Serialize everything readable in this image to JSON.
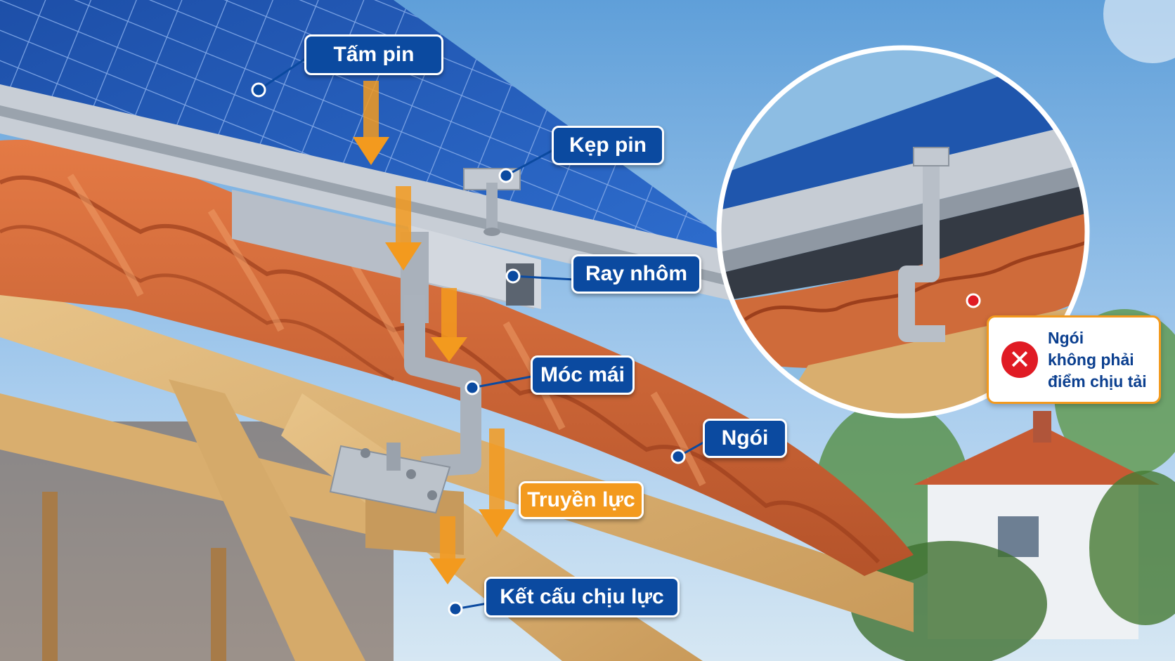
{
  "labels": {
    "panel": "Tấm pin",
    "clamp": "Kẹp pin",
    "rail": "Ray nhôm",
    "hook": "Móc mái",
    "tile": "Ngói",
    "force": "Truyền lực",
    "structure": "Kết cấu chịu lực"
  },
  "warning": {
    "lines": [
      "Ngói",
      "không phải",
      "điểm chịu tải"
    ],
    "icon": "x-circle-icon"
  },
  "colors": {
    "label_blue": "#0b4aa0",
    "arrow_orange": "#f39a1e",
    "warning_red": "#e01b24"
  }
}
